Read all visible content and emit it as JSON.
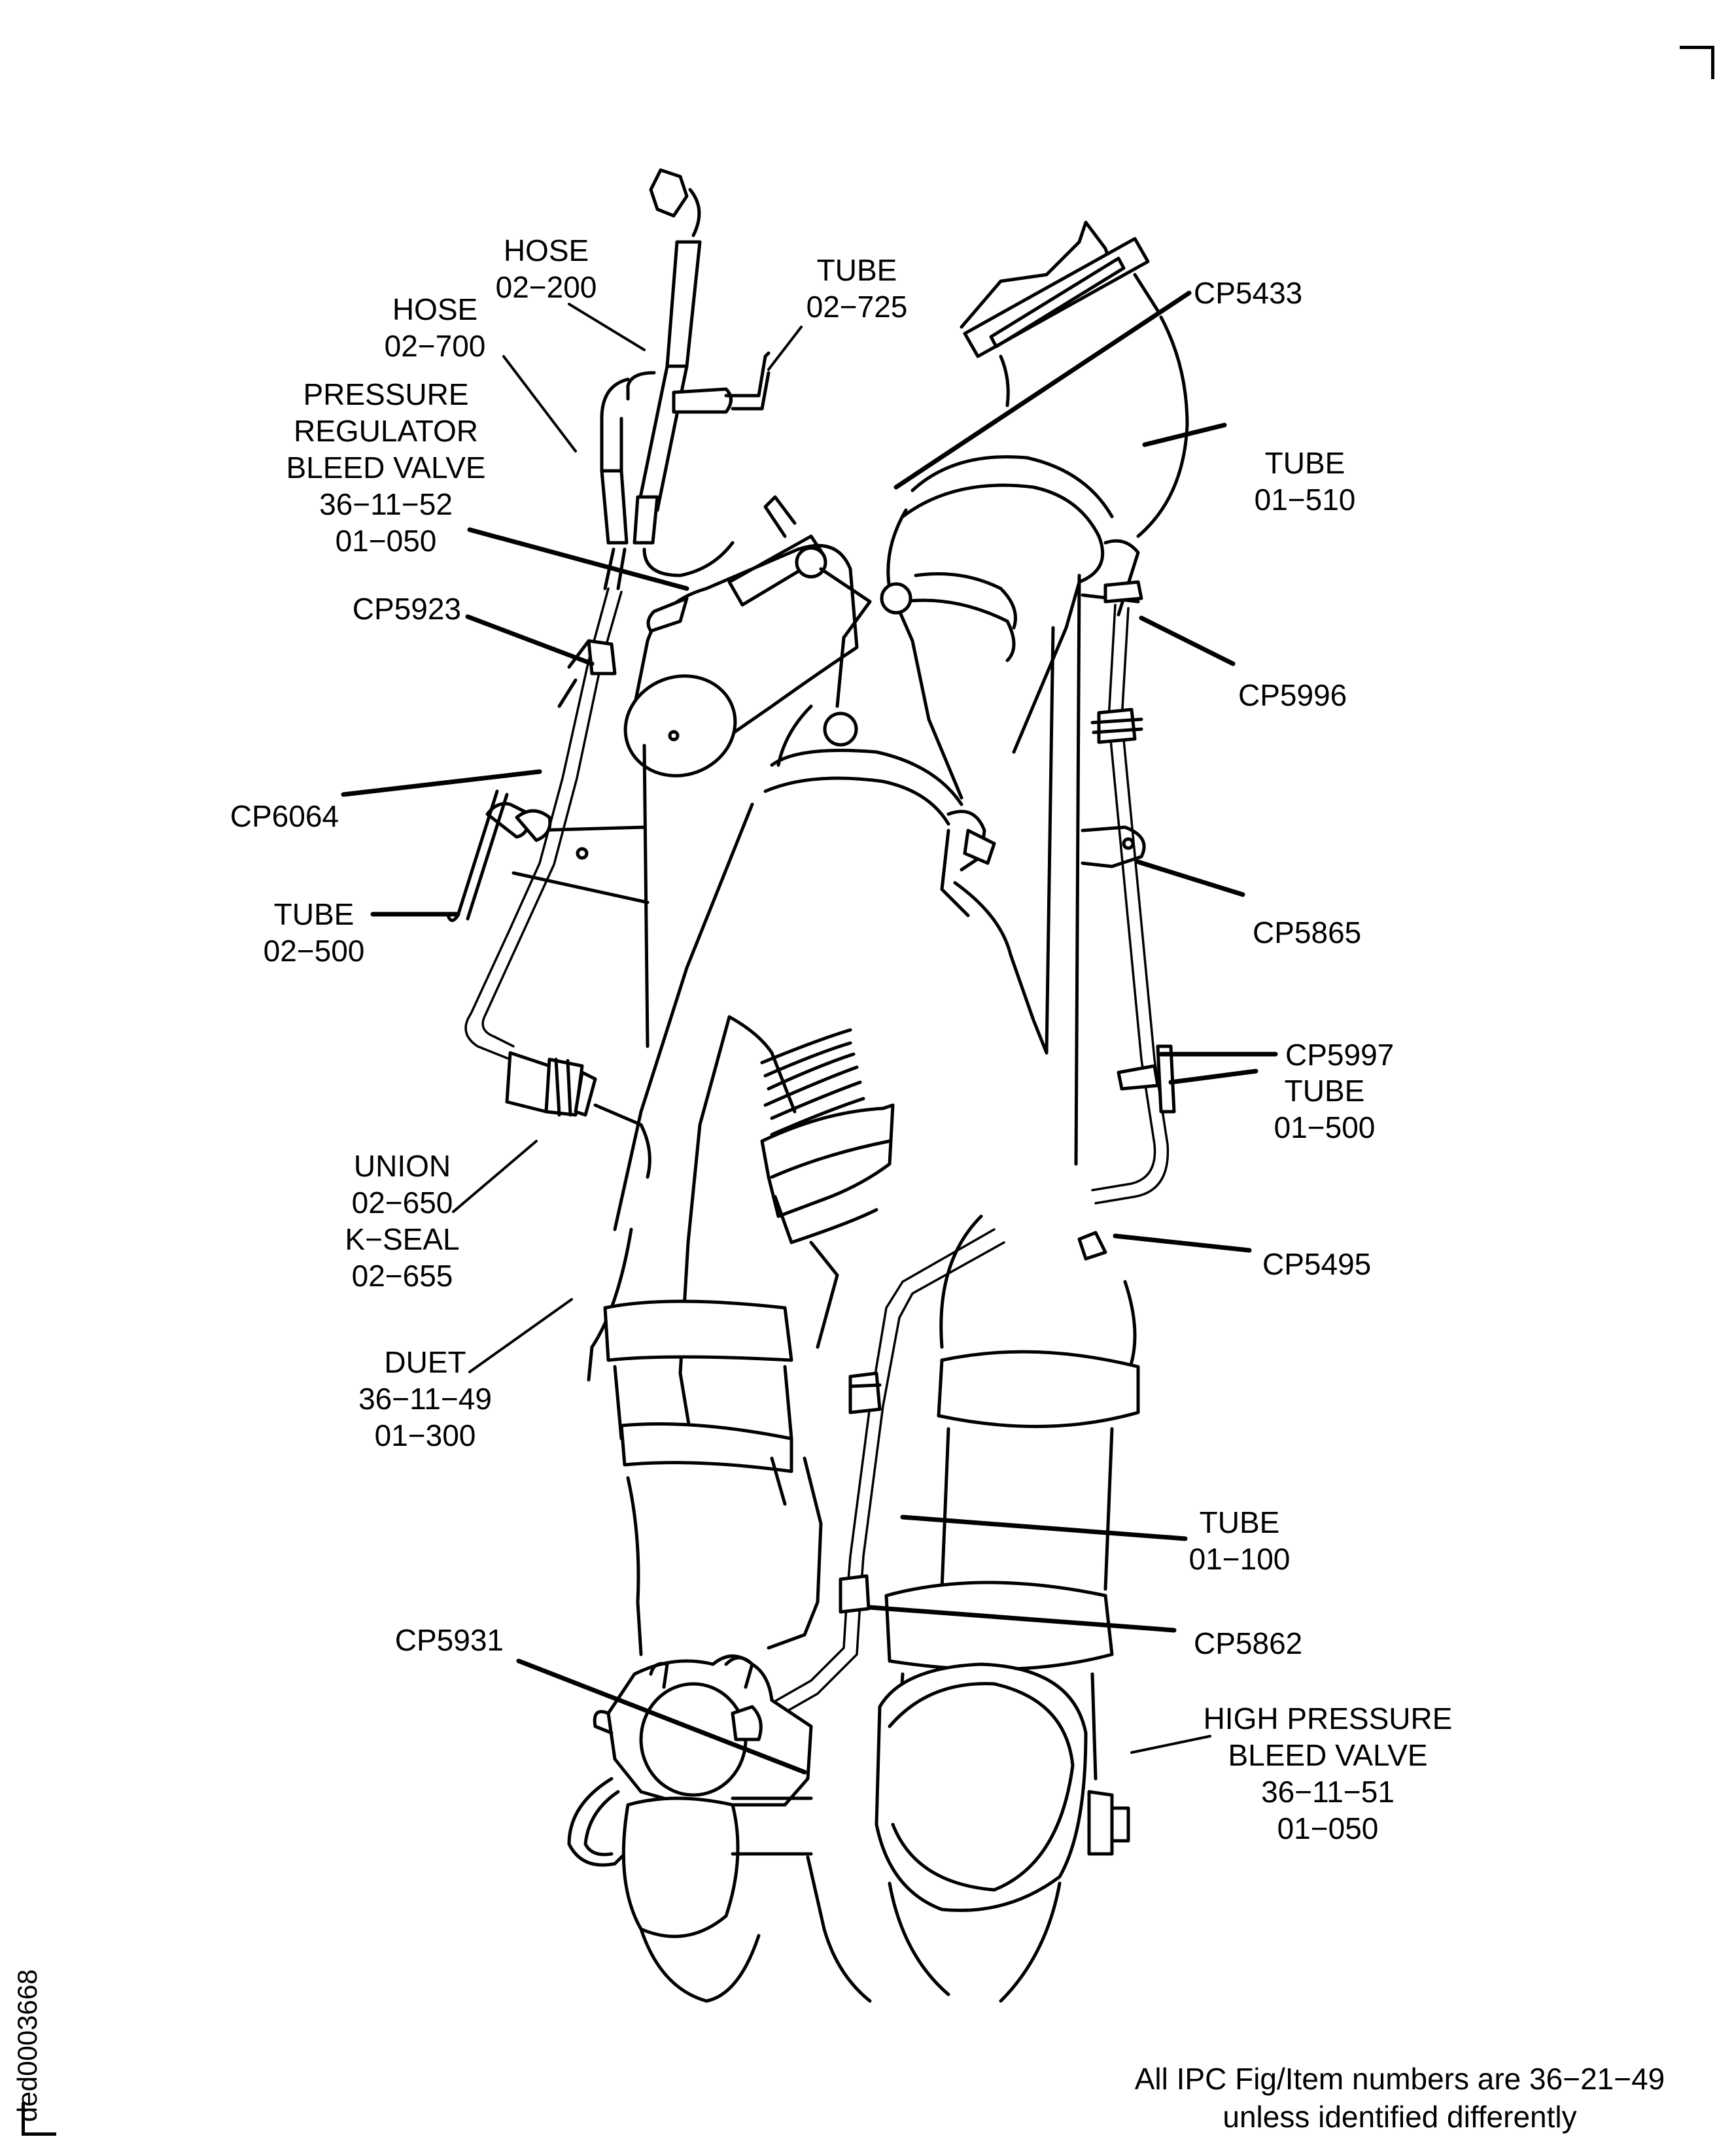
{
  "figure": {
    "document_id": "ded0003668",
    "footnote": {
      "line1": "All IPC Fig/Item numbers are 36−21−49",
      "line2": "unless identified differently"
    },
    "callouts": [
      {
        "id": "hose-02-200",
        "lines": [
          "HOSE",
          "02−200"
        ]
      },
      {
        "id": "hose-02-700",
        "lines": [
          "HOSE",
          "02−700"
        ]
      },
      {
        "id": "tube-02-725",
        "lines": [
          "TUBE",
          "02−725"
        ]
      },
      {
        "id": "pressure-regulator-bleed-valve",
        "lines": [
          "PRESSURE",
          "REGULATOR",
          "BLEED VALVE",
          "36−11−52",
          "01−050"
        ]
      },
      {
        "id": "cp5433",
        "lines": [
          "CP5433"
        ]
      },
      {
        "id": "tube-01-510",
        "lines": [
          "TUBE",
          "01−510"
        ]
      },
      {
        "id": "cp5923",
        "lines": [
          "CP5923"
        ]
      },
      {
        "id": "cp5996",
        "lines": [
          "CP5996"
        ]
      },
      {
        "id": "cp6064",
        "lines": [
          "CP6064"
        ]
      },
      {
        "id": "cp5865",
        "lines": [
          "CP5865"
        ]
      },
      {
        "id": "tube-02-500",
        "lines": [
          "TUBE",
          "02−500"
        ]
      },
      {
        "id": "cp5997",
        "lines": [
          "CP5997"
        ]
      },
      {
        "id": "tube-01-500",
        "lines": [
          "TUBE",
          "01−500"
        ]
      },
      {
        "id": "union-kseal",
        "lines": [
          "UNION",
          "02−650",
          "K−SEAL",
          "02−655"
        ]
      },
      {
        "id": "cp5495",
        "lines": [
          "CP5495"
        ]
      },
      {
        "id": "duct",
        "lines": [
          "DUET",
          "36−11−49",
          "01−300"
        ]
      },
      {
        "id": "tube-01-100",
        "lines": [
          "TUBE",
          "01−100"
        ]
      },
      {
        "id": "cp5931",
        "lines": [
          "CP5931"
        ]
      },
      {
        "id": "cp5862",
        "lines": [
          "CP5862"
        ]
      },
      {
        "id": "high-pressure-bleed-valve",
        "lines": [
          "HIGH PRESSURE",
          "BLEED VALVE",
          "36−11−51",
          "01−050"
        ]
      }
    ]
  }
}
